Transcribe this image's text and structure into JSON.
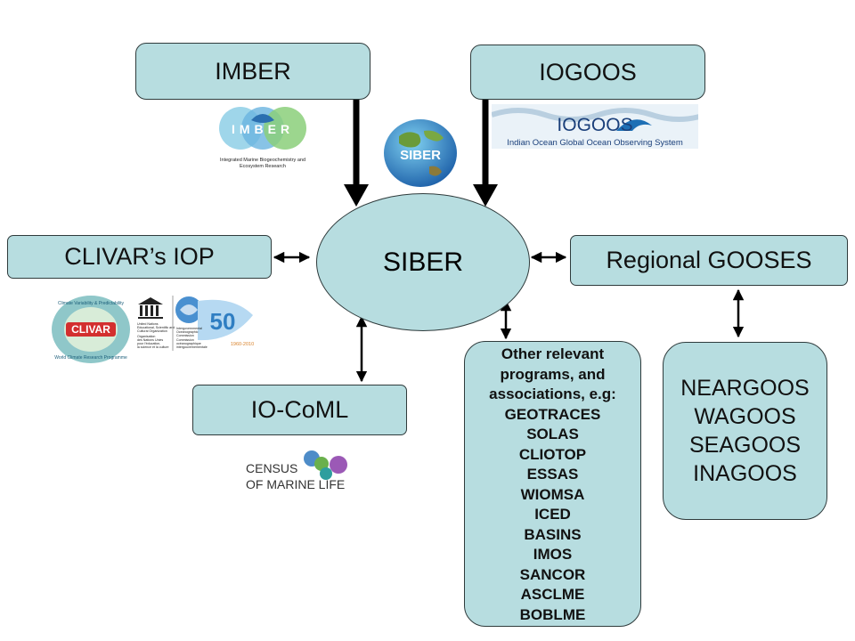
{
  "nodes": {
    "imber": "IMBER",
    "iogoos": "IOGOOS",
    "clivar": "CLIVAR’s IOP",
    "siber": "SIBER",
    "regional": "Regional GOOSES",
    "iocoml": "IO-CoML"
  },
  "other_programs": {
    "heading": [
      "Other relevant",
      "programs, and",
      "associations, e.g:"
    ],
    "items": [
      "GEOTRACES",
      "SOLAS",
      "CLIOTOP",
      "ESSAS",
      "WIOMSA",
      "ICED",
      "BASINS",
      "IMOS",
      "SANCOR",
      "ASCLME",
      "BOBLME"
    ]
  },
  "gooses_list": [
    "NEARGOOS",
    "WAGOOS",
    "SEAGOOS",
    "INAGOOS"
  ],
  "logos": {
    "imber": {
      "lettering": "IMBER",
      "caption_line1": "Integrated Marine Biogeochemistry and",
      "caption_line2": "Ecosystem Research"
    },
    "iogoos": {
      "lettering": "IOGOOS",
      "caption": "Indian Ocean Global Ocean Observing System"
    },
    "siber_globe": {
      "lettering": "SIBER"
    },
    "clivar": {
      "lettering": "CLIVAR",
      "ring_text": "Climate Variability & Predictability",
      "ring_text2": "World Climate Research Programme"
    },
    "unesco_ioc": {
      "number": "50",
      "years": "1960-2010",
      "un_text": [
        "United Nations",
        "Educational, Scientific and",
        "Cultural Organization"
      ],
      "org_text": [
        "Organisation",
        "des Nations Unies",
        "pour l'éducation,",
        "la science et la culture"
      ],
      "ioc_text": [
        "Intergovernmental",
        "Oceanographic",
        "Commission"
      ],
      "coi_text": [
        "Commission",
        "océanographique",
        "intergouvernementale"
      ]
    },
    "census": {
      "line1": "CENSUS",
      "line2": "OF MARINE LIFE"
    }
  },
  "colors": {
    "box_fill": "#b7dde0",
    "border": "#2f3b3c",
    "arrow": "#000000"
  }
}
